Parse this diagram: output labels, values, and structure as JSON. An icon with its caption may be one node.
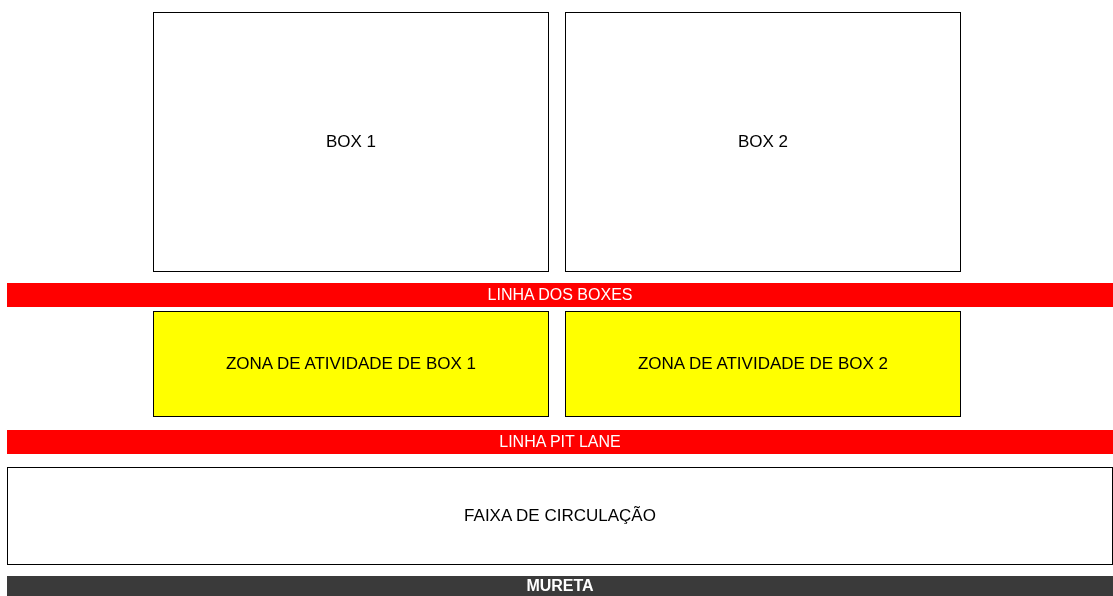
{
  "diagram": {
    "nodes": [
      {
        "text": [
          "BOX 1"
        ]
      },
      {
        "text": [
          "BOX 2"
        ]
      },
      {
        "text": [
          "LINHA DOS BOXES"
        ]
      },
      {
        "text": [
          "ZONA DE ATIVIDADE DE BOX 1"
        ]
      },
      {
        "text": [
          "ZONA DE ATIVIDADE DE BOX 2"
        ]
      },
      {
        "text": [
          "LINHA PIT LANE"
        ]
      },
      {
        "text": [
          "FAIXA DE CIRCULAÇÃO"
        ]
      },
      {
        "text": [
          "MURETA"
        ]
      }
    ]
  }
}
